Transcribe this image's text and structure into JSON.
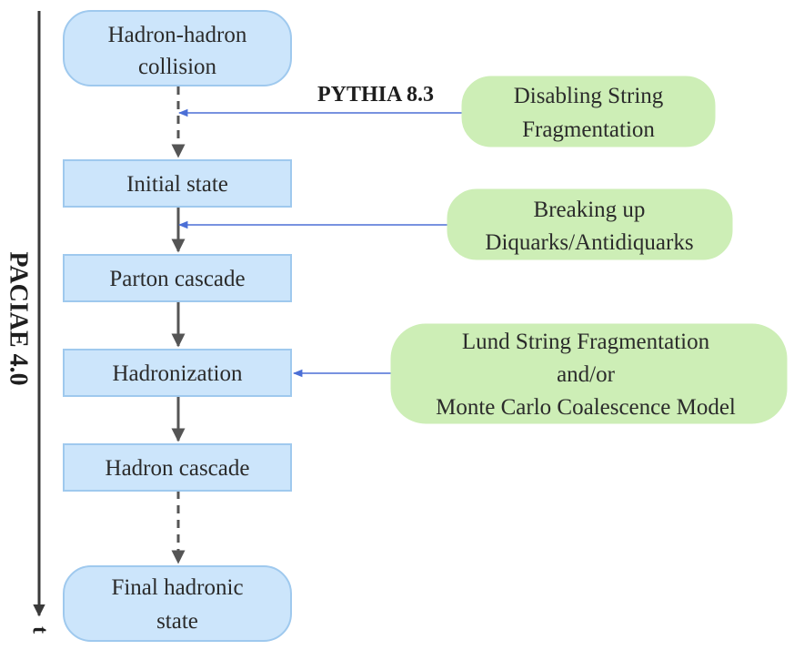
{
  "time_axis": {
    "label": "PACIAE 4.0",
    "time_symbol": "t"
  },
  "stages": [
    {
      "lines": [
        "Hadron-hadron",
        "collision"
      ]
    },
    {
      "lines": [
        "Initial state"
      ]
    },
    {
      "lines": [
        "Parton cascade"
      ]
    },
    {
      "lines": [
        "Hadronization"
      ]
    },
    {
      "lines": [
        "Hadron cascade"
      ]
    },
    {
      "lines": [
        "Final hadronic",
        "state"
      ]
    }
  ],
  "inputs": [
    {
      "lines": [
        "Disabling String",
        "Fragmentation"
      ]
    },
    {
      "lines": [
        "Breaking up",
        "Diquarks/Antidiquarks"
      ]
    },
    {
      "lines": [
        "Lund String Fragmentation",
        "and/or",
        "Monte Carlo Coalescence Model"
      ]
    }
  ],
  "annotation": {
    "label": "PYTHIA 8.3"
  },
  "colors": {
    "stage_fill": "#cce5fb",
    "stage_border": "#9fc9ee",
    "input_fill": "#cdeeb6",
    "flow_arrow": "#555555",
    "input_arrow": "#4b6fd6"
  }
}
